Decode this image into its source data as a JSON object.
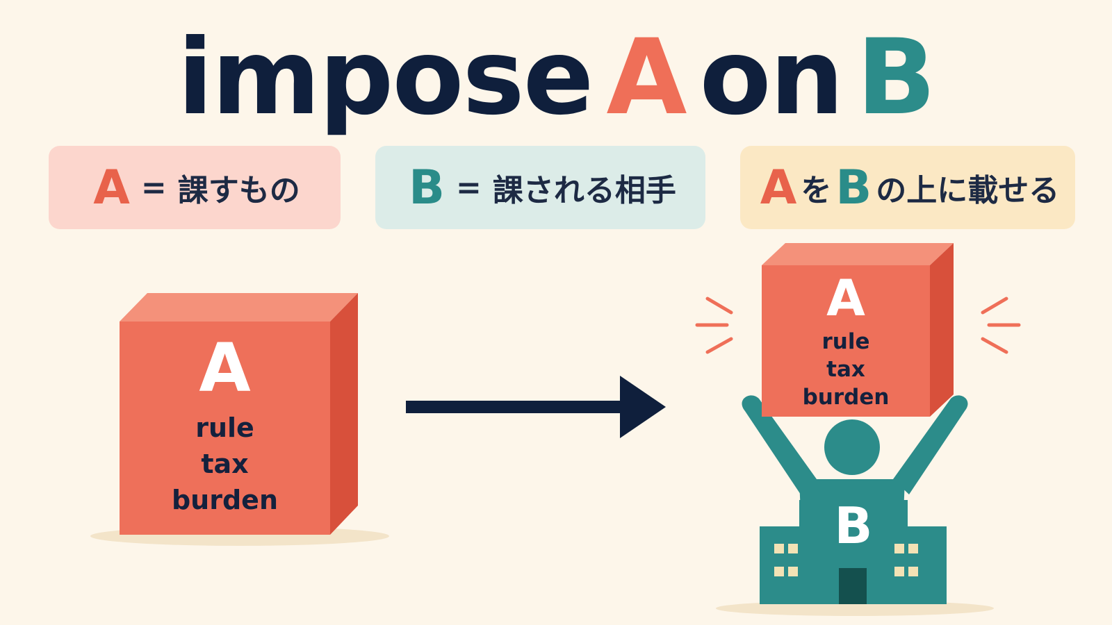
{
  "title": {
    "word1": "impose",
    "a": "A",
    "word2": "on",
    "b": "B"
  },
  "definitions": [
    {
      "letter": "A",
      "eq": "=",
      "text": "課すもの"
    },
    {
      "letter": "B",
      "eq": "=",
      "text": "課される相手"
    },
    {
      "letter_a": "A",
      "particle1": "を",
      "letter_b": "B",
      "text": "の上に載せる"
    }
  ],
  "left_block": {
    "letter": "A",
    "words": [
      "rule",
      "tax",
      "burden"
    ]
  },
  "right_block": {
    "letter": "A",
    "words": [
      "rule",
      "tax",
      "burden"
    ]
  },
  "building": {
    "letter": "B"
  },
  "colors": {
    "background": "#fdf6ea",
    "navy": "#0f1f3c",
    "coral": "#ef6f58",
    "teal": "#2c8c8a"
  }
}
